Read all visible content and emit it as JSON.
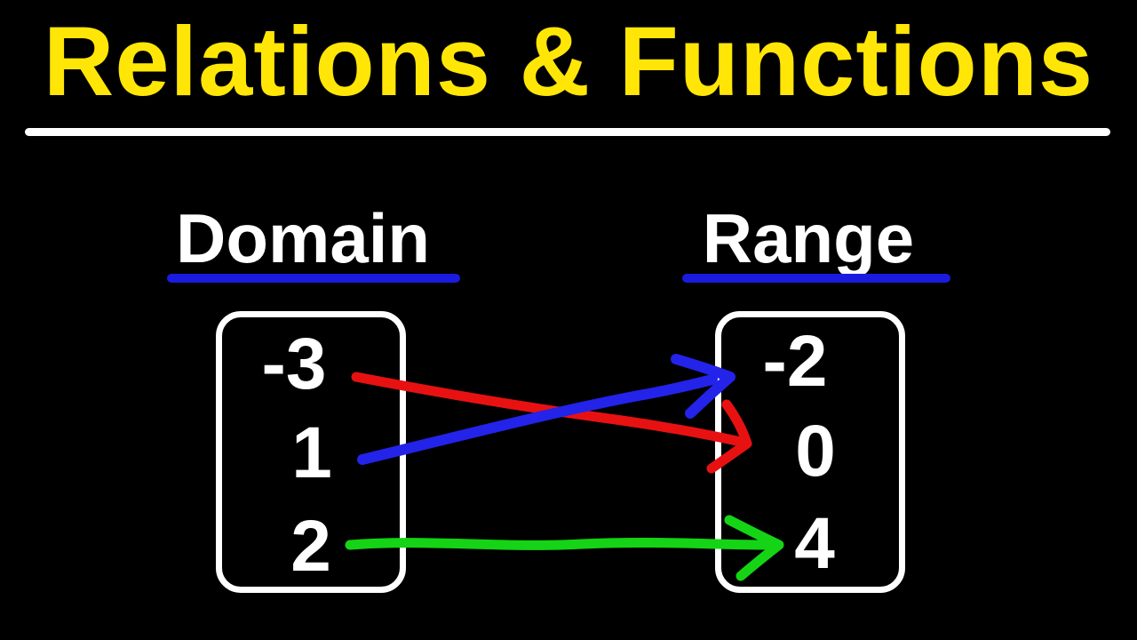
{
  "title": {
    "text": "Relations & Functions"
  },
  "columns": {
    "domain": {
      "label": "Domain",
      "values": [
        "-3",
        "1",
        "2"
      ]
    },
    "range": {
      "label": "Range",
      "values": [
        "-2",
        "0",
        "4"
      ]
    }
  },
  "mappings": [
    {
      "from": "-3",
      "to": "0",
      "color": "#e81111"
    },
    {
      "from": "1",
      "to": "-2",
      "color": "#2323ea"
    },
    {
      "from": "2",
      "to": "4",
      "color": "#15d415"
    }
  ],
  "colors": {
    "background": "#000000",
    "title_text": "#ffe606",
    "body_text": "#ffffff",
    "title_underline": "#ffffff",
    "label_underline": "#1b1be0",
    "box_border": "#ffffff"
  }
}
